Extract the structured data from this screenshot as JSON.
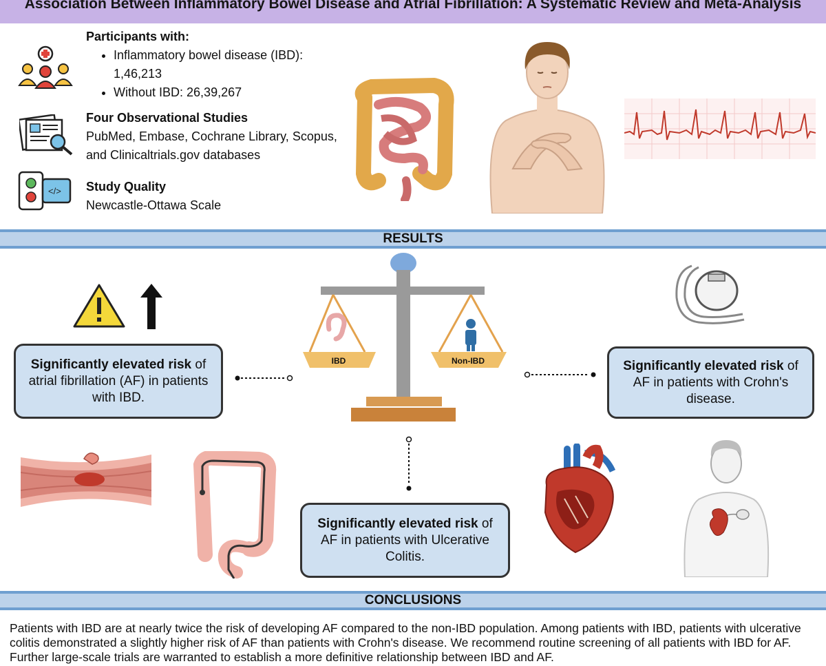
{
  "title": "Association Between Inflammatory Bowel Disease and Atrial Fibrillation: A Systematic Review and Meta-Analysis",
  "participants": {
    "heading": "Participants with:",
    "items": [
      "Inflammatory bowel disease (IBD): 1,46,213",
      "Without IBD: 26,39,267"
    ]
  },
  "studies": {
    "heading": "Four Observational Studies",
    "text": "PubMed, Embase, Cochrane Library, Scopus, and Clinicaltrials.gov databases"
  },
  "quality": {
    "heading": "Study Quality",
    "text": "Newcastle-Ottawa Scale"
  },
  "results": {
    "label": "RESULTS",
    "box_left": {
      "bold": "Significantly elevated risk",
      "rest": " of atrial fibrillation (AF) in patients with IBD."
    },
    "box_right": {
      "bold": "Significantly elevated risk",
      "rest": " of AF in patients with Crohn's disease."
    },
    "box_bottom": {
      "bold": "Significantly elevated risk",
      "rest": " of AF in patients with Ulcerative Colitis."
    },
    "scale_left_label": "IBD",
    "scale_right_label": "Non-IBD"
  },
  "conclusions": {
    "label": "CONCLUSIONS",
    "text": "Patients with IBD are at nearly twice the risk of developing AF compared to the non-IBD population. Among patients with IBD, patients with ulcerative colitis demonstrated a slightly higher risk of AF than patients with Crohn's disease. We recommend routine screening of all patients with IBD for AF. Further large-scale trials are warranted to establish a more definitive relationship between IBD and AF."
  },
  "colors": {
    "title_bg": "#c7b2e6",
    "band_bg": "#bcd2ea",
    "box_bg": "#cfe0f1",
    "scale_pan": "#e9b86a",
    "ecg_line": "#c0392b"
  },
  "icons": [
    "participants-icon",
    "studies-icon",
    "quality-icon",
    "intestine-illustration",
    "patient-chest-pain-illustration",
    "ecg-strip",
    "warning-icon",
    "up-arrow-icon",
    "scale-illustration",
    "pacemaker-icon",
    "colon-lesion-illustration",
    "colonoscopy-illustration",
    "heart-illustration",
    "implanted-device-figure"
  ]
}
